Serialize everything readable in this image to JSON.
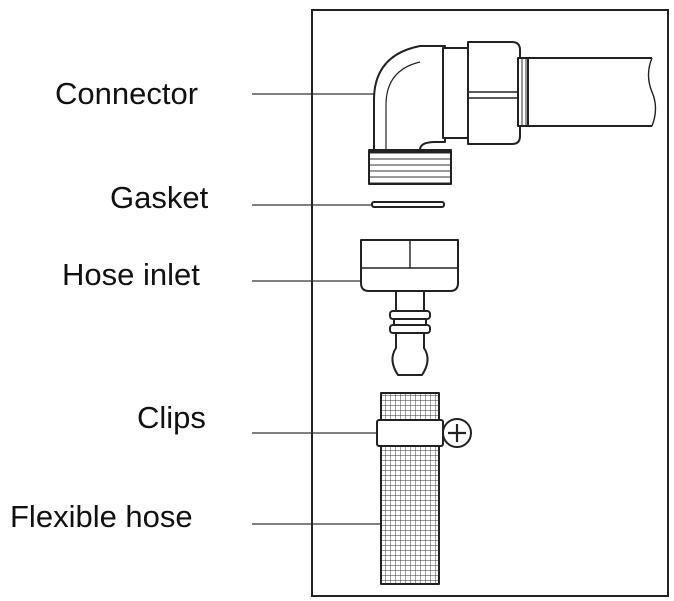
{
  "labels": {
    "connector": "Connector",
    "gasket": "Gasket",
    "hose_inlet": "Hose inlet",
    "clips": "Clips",
    "flexible_hose": "Flexible hose"
  },
  "colors": {
    "stroke": "#222222",
    "fill": "#ffffff",
    "leader": "#333333"
  }
}
